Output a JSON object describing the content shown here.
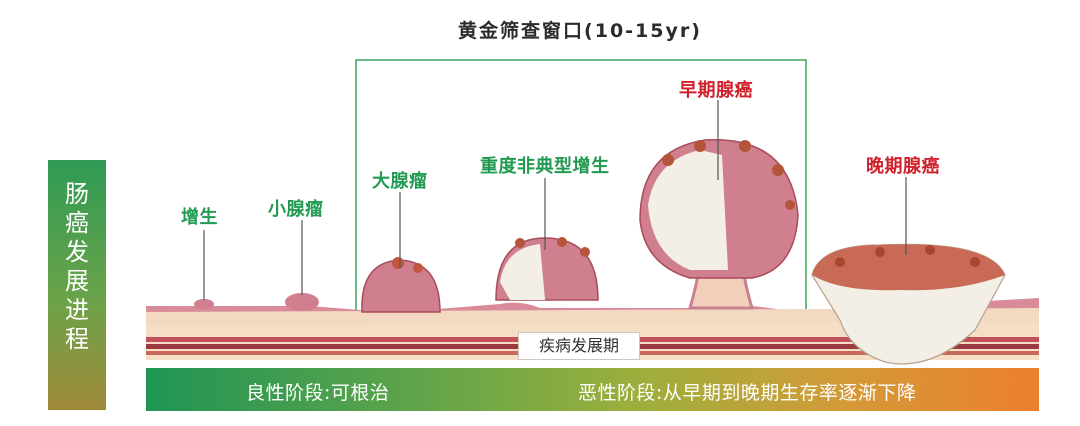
{
  "title": "黄金筛查窗口(10-15yr)",
  "vertical_label": "肠癌发展进程",
  "stages": {
    "hyperplasia": "增生",
    "small_adenoma": "小腺瘤",
    "large_adenoma": "大腺瘤",
    "severe_dysplasia": "重度非典型增生",
    "early_cancer": "早期腺癌",
    "late_cancer": "晚期腺癌"
  },
  "period_label": "疾病发展期",
  "bottom": {
    "benign": "良性阶段:可根治",
    "malignant": "恶性阶段:从早期到晚期生存率逐渐下降"
  },
  "colors": {
    "green": "#239a52",
    "red": "#d0202a",
    "bracket": "#3aa35c",
    "tissue_pink": "#d98b9a",
    "tissue_dark": "#b85a6a",
    "tumor_white": "#f3eee6",
    "tumor_rust": "#b4543a"
  }
}
